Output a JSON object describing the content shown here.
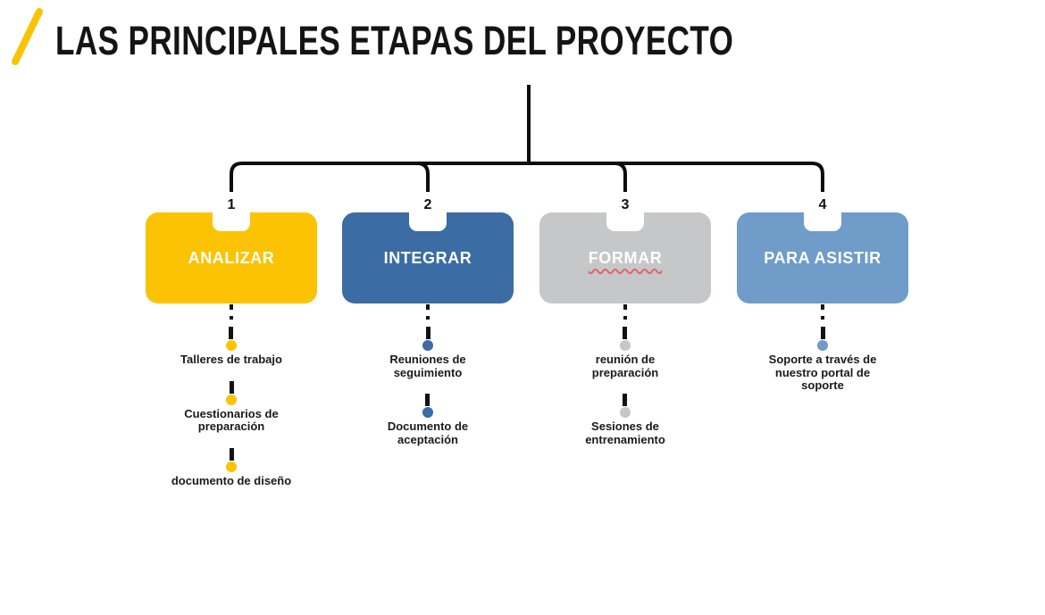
{
  "title": "LAS PRINCIPALES ETAPAS DEL PROYECTO",
  "colors": {
    "slash_accent": "#F9C303",
    "connector": "#0D0D0D",
    "item_text": "#1A1A1A",
    "spellcheck_squiggle": "#E06666",
    "background": "#FFFFFF"
  },
  "stages": [
    {
      "number": "1",
      "label": "ANALIZAR",
      "color": "#FBC303",
      "items": [
        "Talleres de trabajo",
        "Cuestionarios de\npreparación",
        "documento de diseño"
      ]
    },
    {
      "number": "2",
      "label": "INTEGRAR",
      "color": "#3B6CA4",
      "items": [
        "Reuniones de\nseguimiento",
        "Documento de\naceptación"
      ]
    },
    {
      "number": "3",
      "label": "FORMAR",
      "color": "#C6C7C8",
      "items": [
        "reunión de\npreparación",
        "Sesiones de\nentrenamiento"
      ]
    },
    {
      "number": "4",
      "label": "PARA ASISTIR",
      "color": "#6F9CC9",
      "items": [
        "Soporte a través de\nnuestro portal de\nsoporte"
      ]
    }
  ]
}
